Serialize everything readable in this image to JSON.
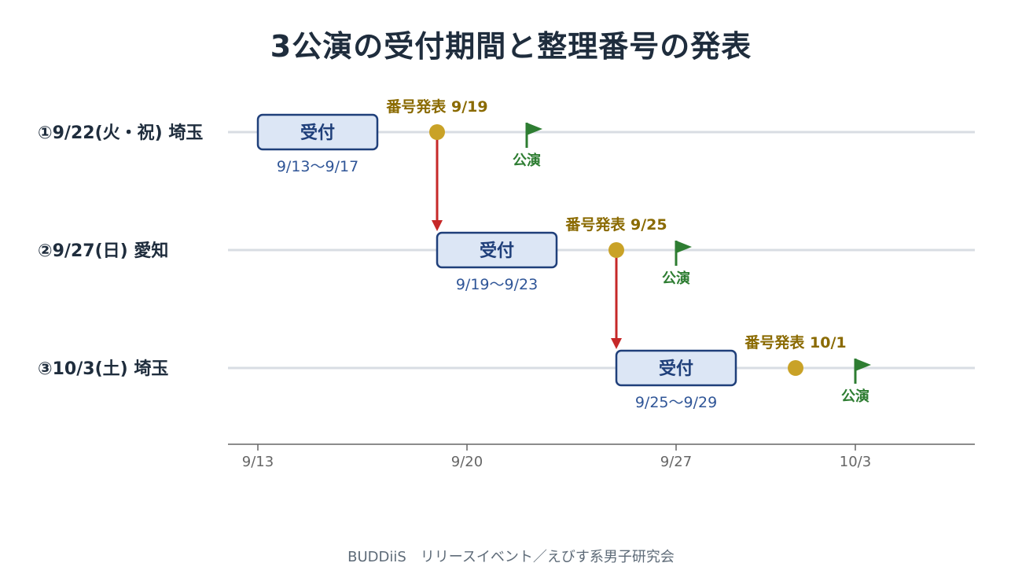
{
  "title": "3公演の受付期間と整理番号の発表",
  "footer": "BUDDiiS　リリースイベント／えびす系男子研究会",
  "chart_data": {
    "type": "timeline",
    "x_axis": {
      "type": "date",
      "range": [
        "9/12",
        "10/7"
      ],
      "ticks": [
        "9/13",
        "9/20",
        "9/27",
        "10/3"
      ]
    },
    "rows": [
      {
        "label": "①9/22(火・祝) 埼玉",
        "reception": {
          "label": "受付",
          "start": "9/13",
          "end": "9/17",
          "range_text": "9/13〜9/17"
        },
        "announcement": {
          "label": "番号発表 9/19",
          "date": "9/19"
        },
        "performance": {
          "label": "公演",
          "date": "9/22"
        }
      },
      {
        "label": "②9/27(日) 愛知",
        "reception": {
          "label": "受付",
          "start": "9/19",
          "end": "9/23",
          "range_text": "9/19〜9/23"
        },
        "announcement": {
          "label": "番号発表 9/25",
          "date": "9/25"
        },
        "performance": {
          "label": "公演",
          "date": "9/27"
        }
      },
      {
        "label": "③10/3(土) 埼玉",
        "reception": {
          "label": "受付",
          "start": "9/25",
          "end": "9/29",
          "range_text": "9/25〜9/29"
        },
        "announcement": {
          "label": "番号発表 10/1",
          "date": "10/1"
        },
        "performance": {
          "label": "公演",
          "date": "10/3"
        }
      }
    ],
    "links": [
      {
        "from_row": 0,
        "from_date": "9/19",
        "to_row": 1
      },
      {
        "from_row": 1,
        "from_date": "9/25",
        "to_row": 2
      }
    ],
    "colors": {
      "reception_fill": "#dce6f5",
      "reception_stroke": "#1f3f7a",
      "reception_text": "#1f3f7a",
      "range_text": "#2f5597",
      "announcement": "#c9a227",
      "announcement_text": "#8a6a00",
      "performance": "#2e7d32",
      "link": "#c62828",
      "row_line": "#d8dde3",
      "axis": "#666666",
      "tick_text": "#666666",
      "row_label": "#1f2d3d"
    }
  }
}
